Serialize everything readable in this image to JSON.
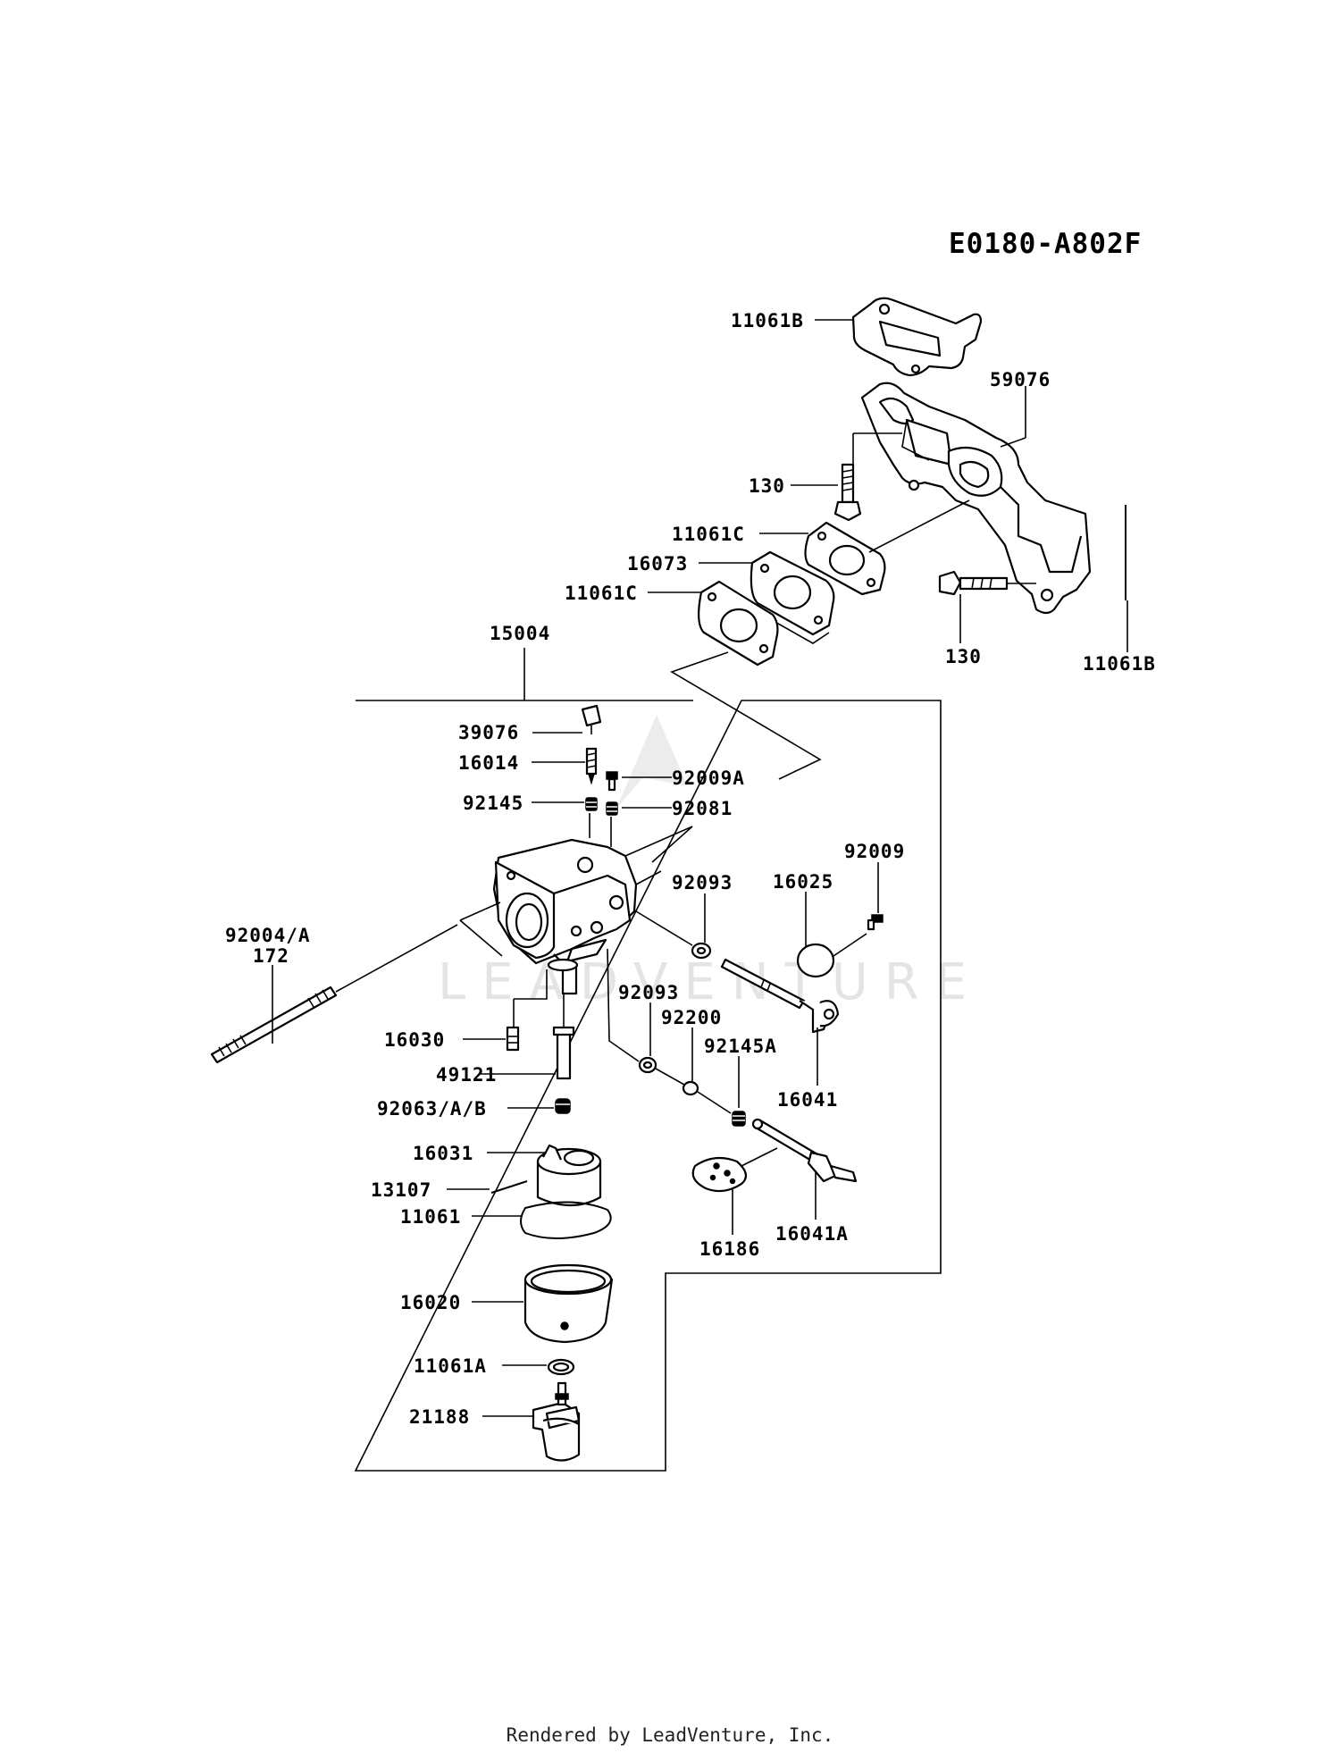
{
  "diagram_code": "E0180-A802F",
  "watermark": "LEADVENTURE",
  "footer": "Rendered by LeadVenture, Inc.",
  "labels": {
    "p11061B_top": "11061B",
    "p59076": "59076",
    "p130_upper": "130",
    "p11061C_upper": "11061C",
    "p16073": "16073",
    "p11061C_lower": "11061C",
    "p130_lower": "130",
    "p11061B_right": "11061B",
    "p15004": "15004",
    "p39076": "39076",
    "p16014": "16014",
    "p92009A": "92009A",
    "p92145": "92145",
    "p92081": "92081",
    "p92009": "92009",
    "p92093_upper": "92093",
    "p16025": "16025",
    "p92004A": "92004/A",
    "p172": "172",
    "p92093_lower": "92093",
    "p92200": "92200",
    "p92145A": "92145A",
    "p16030": "16030",
    "p49121": "49121",
    "p16041": "16041",
    "p92063AB": "92063/A/B",
    "p16031": "16031",
    "p13107": "13107",
    "p11061": "11061",
    "p16186": "16186",
    "p16041A": "16041A",
    "p16020": "16020",
    "p11061A": "11061A",
    "p21188": "21188"
  }
}
